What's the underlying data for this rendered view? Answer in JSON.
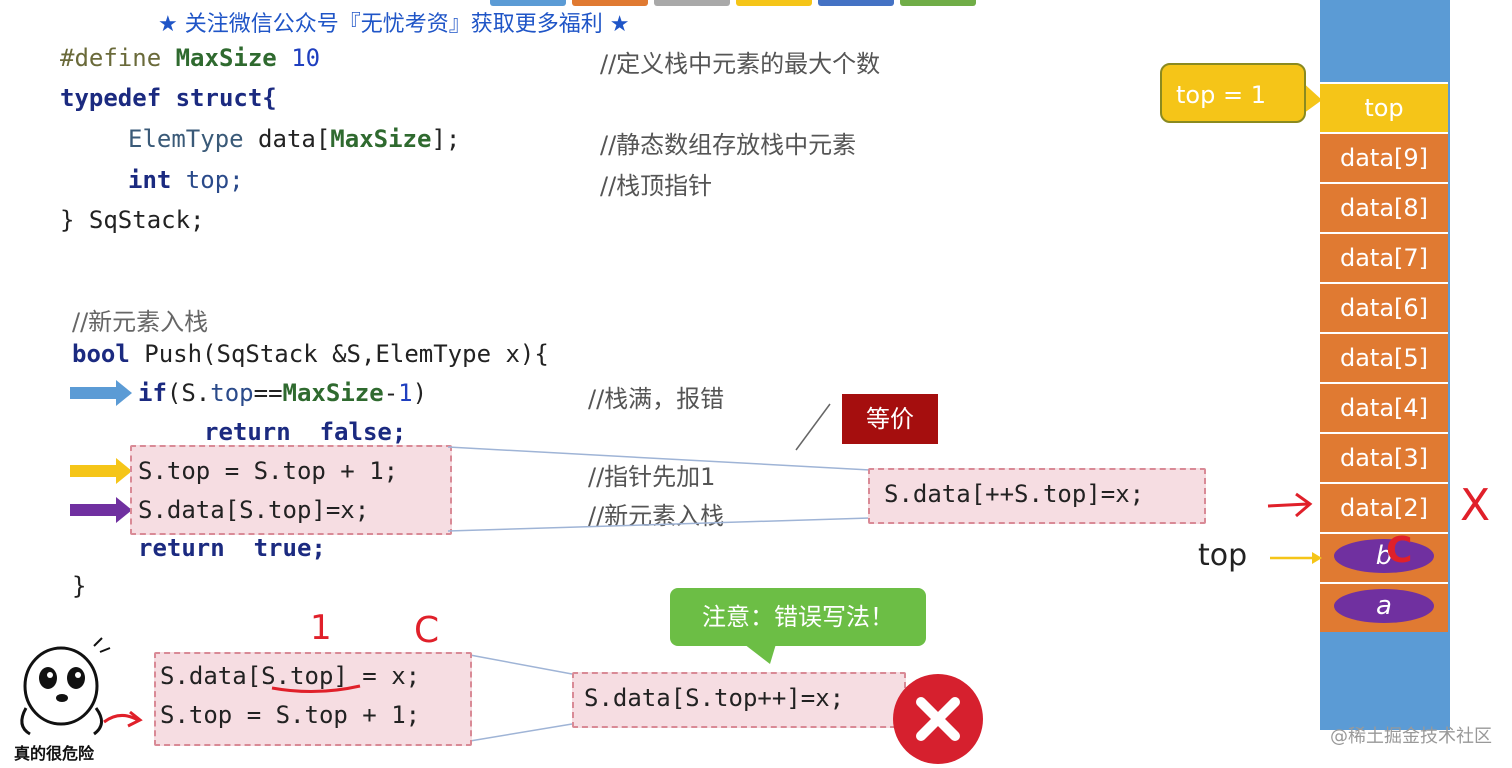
{
  "banner": "★ 关注微信公众号『无忧考资』获取更多福利 ★",
  "top_colors": [
    "#5b9bd5",
    "#e07a32",
    "#a9a9a9",
    "#f5c518",
    "#4472c4",
    "#70ad47"
  ],
  "define": {
    "directive": "#define",
    "name": "MaxSize",
    "value": "10",
    "comment": "//定义栈中元素的最大个数"
  },
  "struct": {
    "open_kw": "typedef struct{",
    "line1_type": "ElemType",
    "line1_var": "data[",
    "line1_size": "MaxSize",
    "line1_end": "];",
    "line1_comment": "//静态数组存放栈中元素",
    "line2_kw": "int",
    "line2_var": " top;",
    "line2_comment": "//栈顶指针",
    "close": "} SqStack;"
  },
  "push": {
    "comment": "//新元素入栈",
    "sig_kw": "bool",
    "sig_rest": " Push(SqStack &S,ElemType x){",
    "if_kw": "if",
    "if_cond_a": "(S.",
    "if_cond_field": "top",
    "if_cond_b": "==",
    "if_cond_macro": "MaxSize",
    "if_cond_c": "-",
    "if_cond_num": "1",
    "if_cond_d": ")",
    "if_comment": "//栈满，报错",
    "return_false": "return  false;",
    "line_inc": "S.top = S.top + 1;",
    "line_inc_comment": "//指针先加1",
    "line_assign": "S.data[S.top]=x;",
    "line_assign_comment": "//新元素入栈",
    "return_true": "return  true;",
    "close": "}"
  },
  "equivalent_label": "等价",
  "equivalent_code": "S.data[++S.top]=x;",
  "wrong_note": "注意：错误写法！",
  "wrong_code": "S.data[S.top++]=x;",
  "bottom_code": {
    "line1": "S.data[S.top] = x;",
    "line2": "S.top = S.top + 1;"
  },
  "face_caption": "真的很危险",
  "stack": {
    "callout": "top = 1",
    "top_cell": "top",
    "cells": [
      "data[9]",
      "data[8]",
      "data[7]",
      "data[6]",
      "data[5]",
      "data[4]",
      "data[3]",
      "data[2]"
    ],
    "oval_upper": "b",
    "oval_lower": "a",
    "pointer_label": "top"
  },
  "handwriting": {
    "mark1": "1",
    "mark2": "C",
    "mark3": "C",
    "mark4": "X"
  },
  "watermark": "@稀土掘金技术社区"
}
